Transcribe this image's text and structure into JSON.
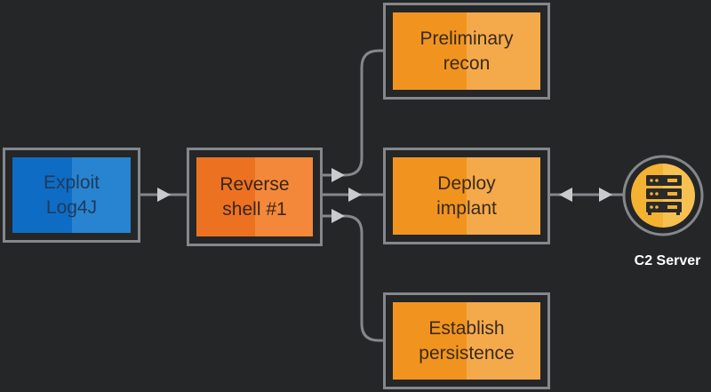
{
  "diagram": {
    "nodes": [
      {
        "id": "exploit",
        "label": "Exploit\nLog4J",
        "color_left": "#0f6cc4",
        "color_right": "#2884d0",
        "text_color": "#1e3a5c"
      },
      {
        "id": "reverse_shell",
        "label": "Reverse\nshell #1",
        "color_left": "#ec7222",
        "color_right": "#f4883a",
        "text_color": "#3a2418"
      },
      {
        "id": "prelim_recon",
        "label": "Preliminary\nrecon",
        "color_left": "#f1941f",
        "color_right": "#f4aa4b",
        "text_color": "#3a2a18"
      },
      {
        "id": "deploy_implant",
        "label": "Deploy\nimplant",
        "color_left": "#f1941f",
        "color_right": "#f4aa4b",
        "text_color": "#3a2a18"
      },
      {
        "id": "establish_persistence",
        "label": "Establish\npersistence",
        "color_left": "#f1941f",
        "color_right": "#f4aa4b",
        "text_color": "#3a2a18"
      }
    ],
    "c2": {
      "label": "C2 Server",
      "icon": "server-rack-icon",
      "color_left": "#f3b232",
      "color_right": "#f6c150"
    },
    "edges": [
      {
        "from": "exploit",
        "to": "reverse_shell",
        "type": "arrow"
      },
      {
        "from": "reverse_shell",
        "to": "prelim_recon",
        "type": "arrow"
      },
      {
        "from": "reverse_shell",
        "to": "deploy_implant",
        "type": "arrow"
      },
      {
        "from": "reverse_shell",
        "to": "establish_persistence",
        "type": "arrow"
      },
      {
        "from": "deploy_implant",
        "to": "c2_server",
        "type": "bidirectional"
      }
    ],
    "line_color": "#85888b",
    "background": "#242628"
  }
}
